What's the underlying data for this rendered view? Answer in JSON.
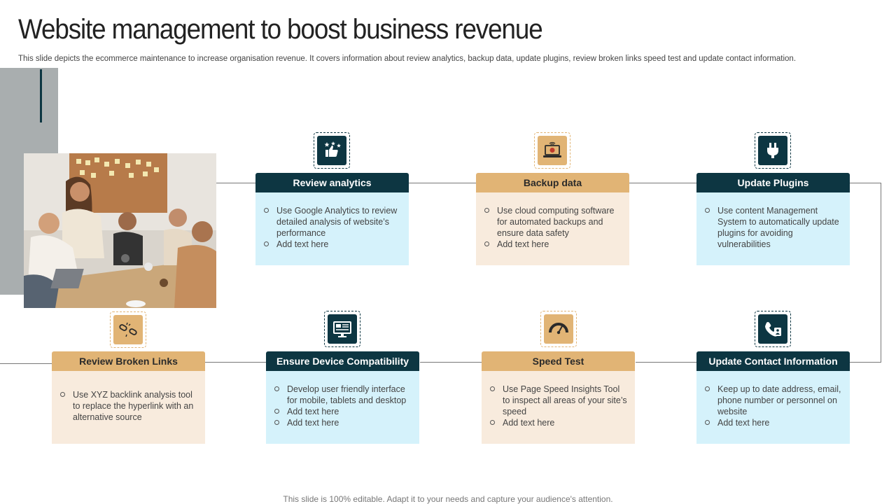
{
  "title": "Website management to boost business revenue",
  "subtitle": "This slide depicts the ecommerce maintenance to increase organisation revenue. It covers information about review analytics, backup data, update plugins, review broken links speed test and update contact information.",
  "footer": "This slide is 100% editable. Adapt it to your needs and capture your audience's attention.",
  "cards": [
    {
      "title": "Review analytics",
      "icon": "thumbs-up-stars-icon",
      "items": [
        "Use Google Analytics to review   detailed analysis of website’s performance",
        "Add text here"
      ]
    },
    {
      "title": "Backup data",
      "icon": "laptop-backup-icon",
      "items": [
        "Use cloud computing software for automated backups and ensure data safety",
        "Add text here"
      ]
    },
    {
      "title": "Update Plugins",
      "icon": "plug-icon",
      "items": [
        "Use content Management System to automatically update plugins for avoiding  vulnerabilities"
      ]
    },
    {
      "title": "Review Broken Links",
      "icon": "broken-link-icon",
      "items": [
        "Use XYZ   backlink analysis tool to replace the hyperlink with an alternative source"
      ]
    },
    {
      "title": "Ensure Device Compatibility",
      "icon": "monitor-icon",
      "items": [
        "Develop  user friendly interface for mobile, tablets and desktop",
        "Add text here",
        "Add text here"
      ]
    },
    {
      "title": "Speed Test",
      "icon": "speedometer-icon",
      "items": [
        "Use Page Speed Insights Tool to inspect all areas of your site’s speed",
        "Add text here"
      ]
    },
    {
      "title": "Update Contact Information",
      "icon": "phone-contact-icon",
      "items": [
        "Keep up to date address, email, phone number or personnel  on website",
        "Add text here"
      ]
    }
  ],
  "colors": {
    "dark": "#0d3642",
    "tan": "#e1b475",
    "light_blue": "#d5f2fb",
    "cream": "#f8ebdd"
  }
}
